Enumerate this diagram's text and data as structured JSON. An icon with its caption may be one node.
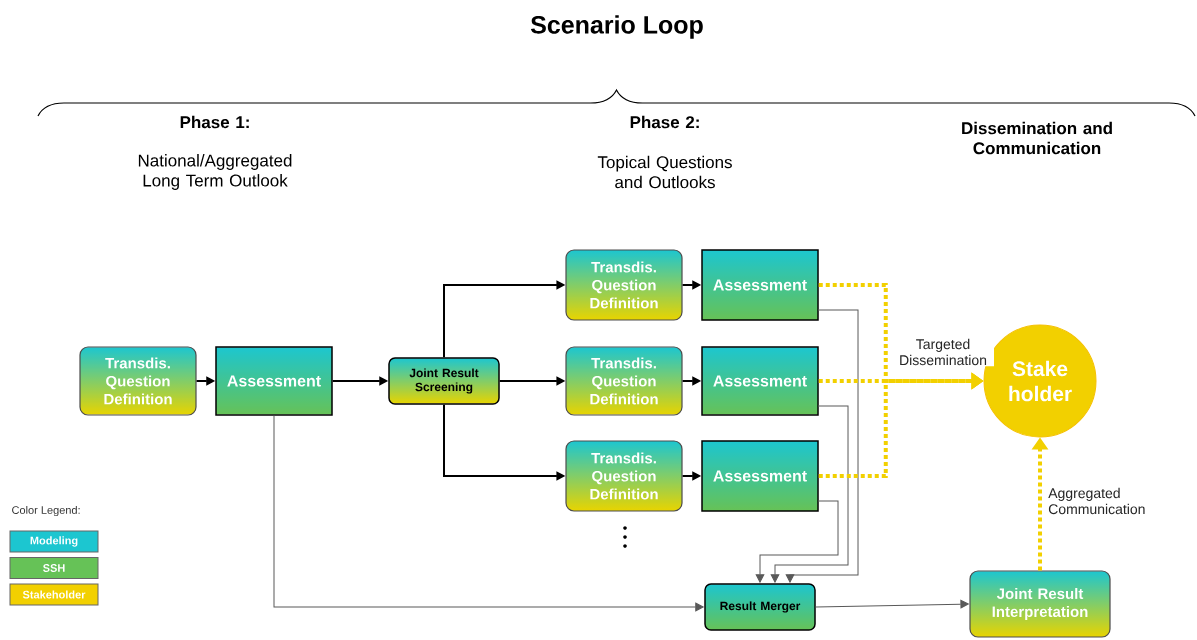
{
  "diagram": {
    "title": "Scenario Loop",
    "nodes": [
      {
        "text": [
          "Transdis. Question Definition"
        ]
      },
      {
        "text": [
          "Assessment"
        ]
      },
      {
        "text": [
          "Joint Result Screening"
        ]
      },
      {
        "text": [
          "Transdis. Question Definition"
        ]
      },
      {
        "text": [
          "Assessment"
        ]
      },
      {
        "text": [
          "Transdis. Question Definition"
        ]
      },
      {
        "text": [
          "Assessment"
        ]
      },
      {
        "text": [
          "Transdis. Question Definition"
        ]
      },
      {
        "text": [
          "Assessment"
        ]
      },
      {
        "text": [
          "Stake holder"
        ]
      },
      {
        "text": [
          "Result Merger"
        ]
      },
      {
        "text": [
          "Joint Result Interpretation"
        ]
      }
    ],
    "edges": [
      {
        "from": 0,
        "to": 1,
        "arrow": "to"
      },
      {
        "from": 1,
        "to": 2,
        "arrow": "to"
      },
      {
        "from": 2,
        "to": 3,
        "arrow": "to"
      },
      {
        "from": 2,
        "to": 5,
        "arrow": "to"
      },
      {
        "from": 2,
        "to": 7,
        "arrow": "to"
      },
      {
        "from": 3,
        "to": 4,
        "arrow": "to"
      },
      {
        "from": 5,
        "to": 6,
        "arrow": "to"
      },
      {
        "from": 7,
        "to": 8,
        "arrow": "to"
      },
      {
        "from": 1,
        "to": 10,
        "arrow": "to",
        "color": "#595959"
      },
      {
        "from": 4,
        "to": 10,
        "arrow": "to",
        "color": "#595959"
      },
      {
        "from": 6,
        "to": 10,
        "arrow": "to",
        "color": "#595959"
      },
      {
        "from": 8,
        "to": 10,
        "arrow": "to",
        "color": "#595959"
      },
      {
        "from": 10,
        "to": 11,
        "arrow": "to",
        "color": "#595959"
      },
      {
        "from": 4,
        "to": 9,
        "arrow": "to",
        "style": "dashed",
        "color": "#f2d000"
      },
      {
        "from": 6,
        "to": 9,
        "arrow": "to",
        "style": "dashed",
        "color": "#f2d000",
        "label": "Targeted Dissemination"
      },
      {
        "from": 8,
        "to": 9,
        "arrow": "to",
        "style": "dashed",
        "color": "#f2d000"
      },
      {
        "from": 11,
        "to": 9,
        "arrow": "to",
        "style": "dashed",
        "color": "#f2d000",
        "label": "Aggregated Communication"
      }
    ],
    "labels": [
      "Phase 1:",
      "National/Aggregated Long Term Outlook",
      "Phase 2:",
      "Topical Questions and Outlooks",
      "Dissemination and Communication",
      "Color Legend:"
    ],
    "legend": [
      {
        "text": "Modeling",
        "color": "#1cc6d0"
      },
      {
        "text": "SSH",
        "color": "#66c257"
      },
      {
        "text": "Stakeholder",
        "color": "#f2d000"
      }
    ]
  }
}
